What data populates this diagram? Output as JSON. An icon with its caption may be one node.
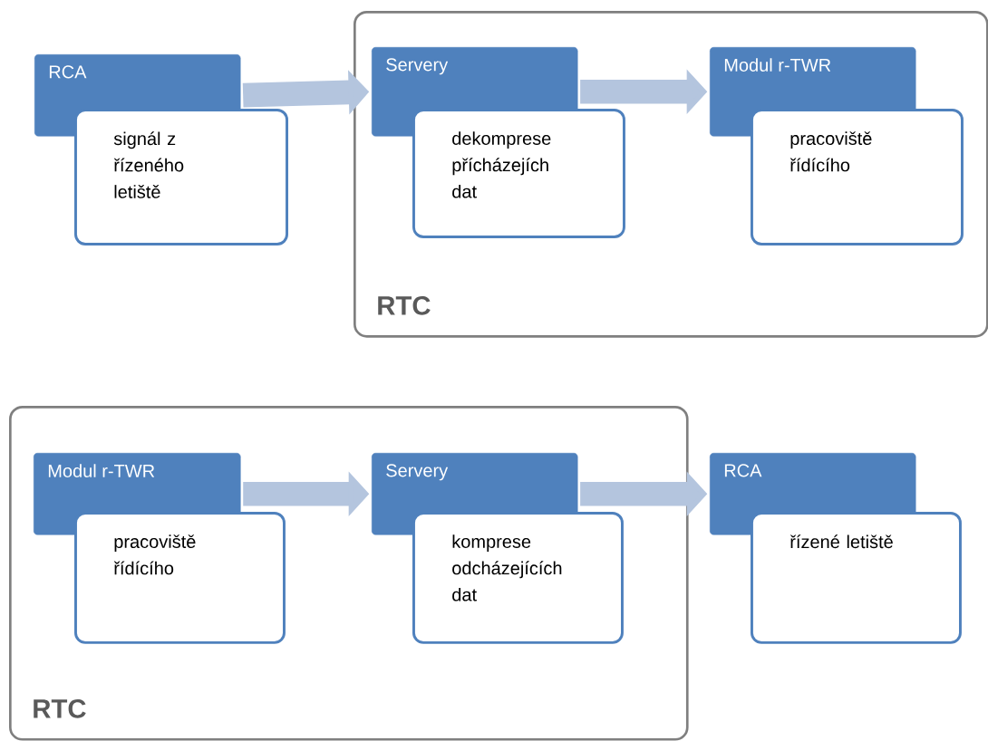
{
  "diagram": {
    "nodes": [
      {
        "text": [
          "RCA"
        ]
      },
      {
        "text": [
          "signál z řízeného letiště"
        ]
      },
      {
        "text": [
          "RTC"
        ]
      },
      {
        "text": [
          "Servery"
        ],
        "in": 2
      },
      {
        "text": [
          "dekomprese přícházejích dat"
        ],
        "in": 2
      },
      {
        "text": [
          "Modul r-TWR"
        ],
        "in": 2
      },
      {
        "text": [
          "pracoviště řídícího"
        ],
        "in": 2
      },
      {
        "text": [
          "RTC"
        ]
      },
      {
        "text": [
          "Modul r-TWR"
        ],
        "in": 7
      },
      {
        "text": [
          "pracoviště řídícího"
        ],
        "in": 7
      },
      {
        "text": [
          "Servery"
        ],
        "in": 7
      },
      {
        "text": [
          "komprese odcházejících dat"
        ],
        "in": 7
      },
      {
        "text": [
          "RCA"
        ]
      },
      {
        "text": [
          "řízené letiště"
        ]
      }
    ],
    "edges": [
      {
        "from": 0,
        "to": 3,
        "arrow": "to"
      },
      {
        "from": 3,
        "to": 5,
        "arrow": "to"
      },
      {
        "from": 8,
        "to": 10,
        "arrow": "to"
      },
      {
        "from": 10,
        "to": 12,
        "arrow": "to"
      }
    ]
  }
}
